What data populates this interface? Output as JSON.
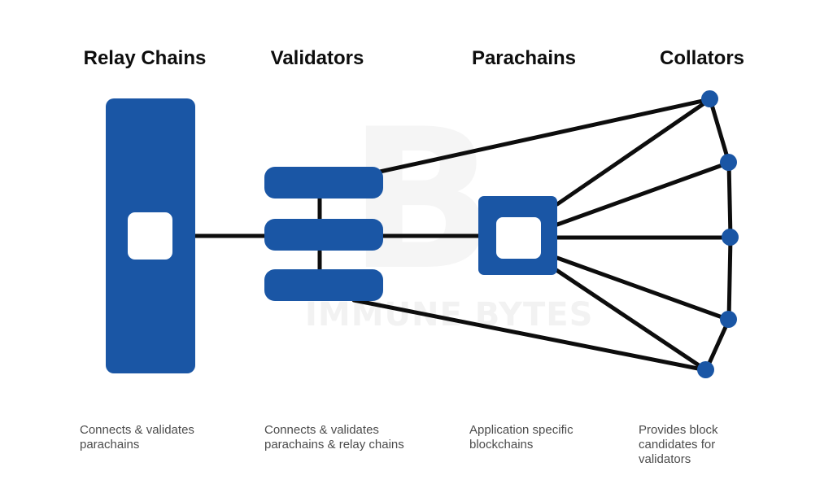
{
  "columns": [
    {
      "id": "relay-chains",
      "title": "Relay Chains",
      "caption": "Connects & validates parachains"
    },
    {
      "id": "validators",
      "title": "Validators",
      "caption": "Connects & validates parachains & relay chains"
    },
    {
      "id": "parachains",
      "title": "Parachains",
      "caption": "Application specific blockchains"
    },
    {
      "id": "collators",
      "title": "Collators",
      "caption": "Provides block candidates for validators"
    }
  ],
  "watermark": {
    "logo_letter": "B",
    "text": "IMMUNE BYTES"
  },
  "counts": {
    "validator_bars": 3,
    "collator_nodes": 5
  },
  "colors": {
    "node_blue": "#1a56a5",
    "edge_black": "#0d0d0d",
    "title_text": "#0d0d0d",
    "caption_text": "#4c4c4c",
    "watermark_gray": "#f2f2f2"
  }
}
